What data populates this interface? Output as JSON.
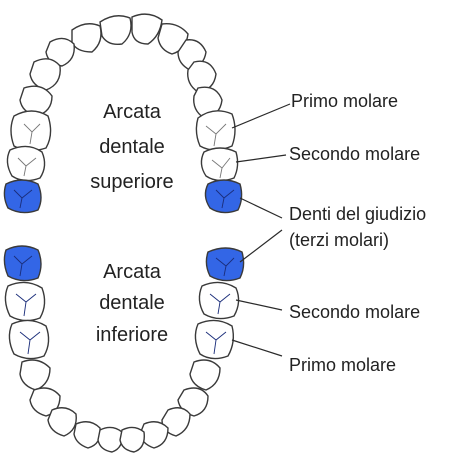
{
  "upper_arch": {
    "line1": "Arcata",
    "line2": "dentale",
    "line3": "superiore"
  },
  "lower_arch": {
    "line1": "Arcata",
    "line2": "dentale",
    "line3": "inferiore"
  },
  "callouts": {
    "upper_first_molar": "Primo molare",
    "upper_second_molar": "Secondo molare",
    "wisdom_line1": "Denti del giudizio",
    "wisdom_line2": "(terzi molari)",
    "lower_second_molar": "Secondo molare",
    "lower_first_molar": "Primo molare"
  },
  "colors": {
    "wisdom_tooth_fill": "#3366e6",
    "tooth_fill": "#ffffff",
    "outline": "#3a3a3a"
  }
}
